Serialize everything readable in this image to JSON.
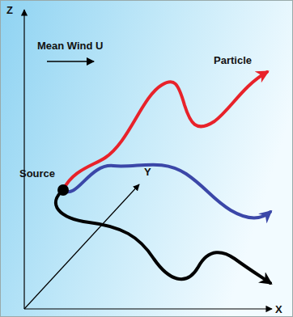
{
  "diagram": {
    "labels": [
      "Z",
      "Mean Wind U",
      "Particle",
      "Source",
      "Y",
      "X"
    ]
  }
}
